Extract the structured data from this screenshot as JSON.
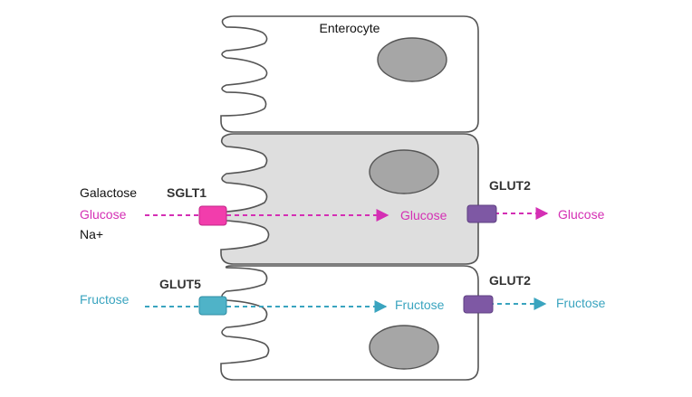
{
  "cell_label": "Enterocyte",
  "inputs": {
    "galactose": "Galactose",
    "glucose": "Glucose",
    "sodium": "Na+",
    "fructose": "Fructose"
  },
  "transporters": {
    "sglt1": "SGLT1",
    "glut2_top": "GLUT2",
    "glut5": "GLUT5",
    "glut2_bottom": "GLUT2"
  },
  "intracellular": {
    "glucose": "Glucose",
    "fructose": "Fructose"
  },
  "outputs": {
    "glucose": "Glucose",
    "fructose": "Fructose"
  },
  "colors": {
    "glucose": "#d42fb4",
    "fructose": "#3aa4bf",
    "sglt1": "#f23dac",
    "glut2": "#7e58a4",
    "glut5": "#4fb3c8",
    "nucleus": "#a6a6a6",
    "highlighted_cell": "#dedede",
    "cell_outline": "#555555"
  }
}
